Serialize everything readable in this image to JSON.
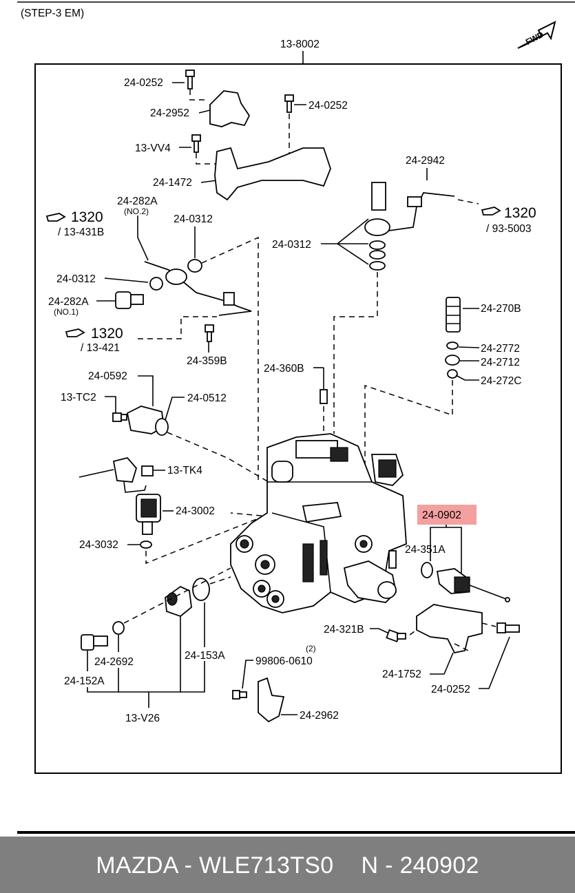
{
  "header": {
    "step_label": "(STEP-3 EM)",
    "fwd_label": "FWD"
  },
  "group_label": "13-8002",
  "highlight_color": "#f4a0a0",
  "parts": {
    "p1": "24-0252",
    "p2": "24-2952",
    "p3": "24-0252",
    "p4": "13-VV4",
    "p5": "24-1472",
    "p6": "24-2942",
    "p7_main": "24-282A",
    "p7_sub": "(NO.2)",
    "p8": "24-0312",
    "p9": "24-0312",
    "p10": "24-0312",
    "p11_main": "24-282A",
    "p11_sub": "(NO.1)",
    "p12": "24-359B",
    "p13": "24-270B",
    "p14": "24-2772",
    "p15": "24-2712",
    "p16": "24-272C",
    "p17": "24-360B",
    "p18": "24-0592",
    "p19": "13-TC2",
    "p20": "24-0512",
    "p21": "13-TK4",
    "p22": "24-3002",
    "p23": "24-3032",
    "p24": "24-0902",
    "p25": "24-351A",
    "p26": "24-321B",
    "p27": "24-1752",
    "p28": "24-0252",
    "p29": "24-2692",
    "p30": "24-153A",
    "p31": "24-152A",
    "p32_main": "99806-0610",
    "p32_qty": "(2)",
    "p33": "24-2962",
    "p34": "13-V26"
  },
  "refs": {
    "r1_num": "1320",
    "r1_sub": "/ 13-431B",
    "r2_num": "1320",
    "r2_sub": "/ 93-5003",
    "r3_num": "1320",
    "r3_sub": "/ 13-421"
  },
  "footer": {
    "make": "MAZDA - WLE713TS0",
    "part": "N - 240902"
  }
}
